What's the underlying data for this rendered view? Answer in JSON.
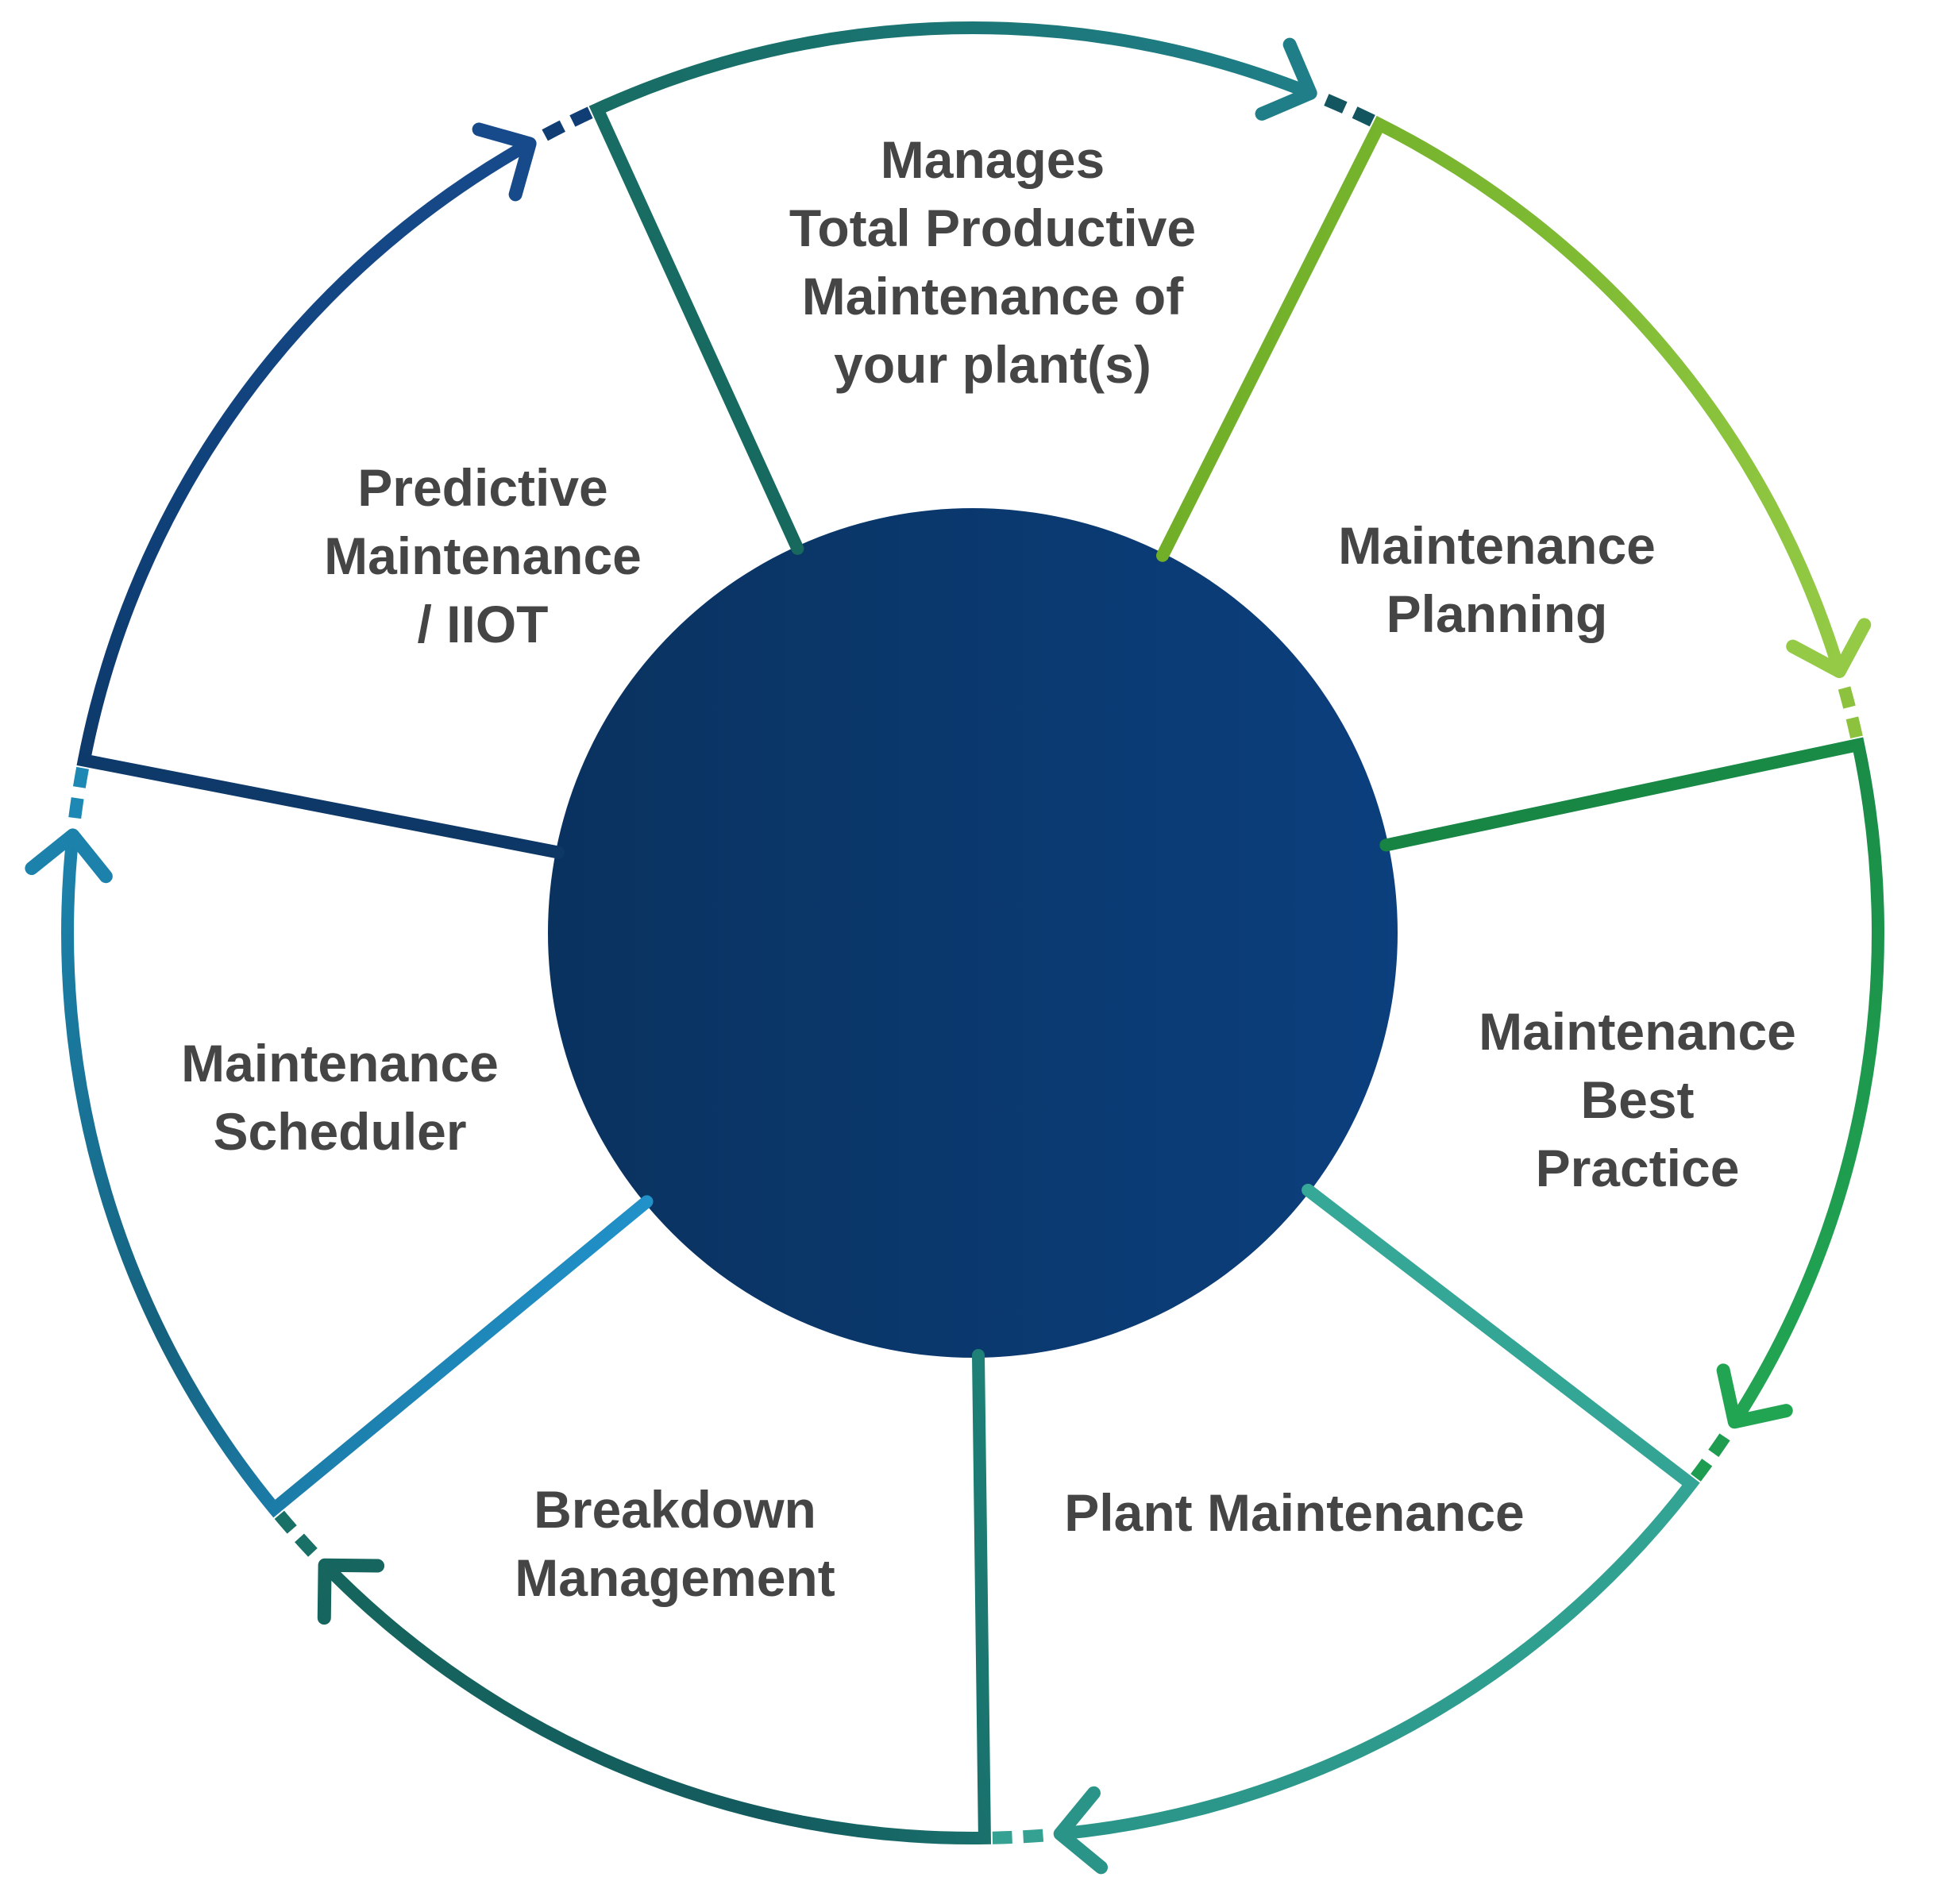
{
  "diagram": {
    "type": "cycle-diagram",
    "direction": "clockwise",
    "background": "#FFFFFF",
    "text_color": "#454545",
    "center": {
      "color_left": "#0A325F",
      "color_right": "#0B3F7D"
    },
    "segments": [
      {
        "id": "manages-tpm",
        "label": "Manages\nTotal Productive\nMaintenance of\nyour plant(s)",
        "color_start": "#17695E",
        "color_mid": "#19716C",
        "color_end": "#1F7E87",
        "dash_color": "#135660"
      },
      {
        "id": "maintenance-planning",
        "label": "Maintenance\nPlanning",
        "color_start": "#71AF29",
        "color_mid": "#7FBA33",
        "color_end": "#94CA45",
        "dash_color": "#8CC23D"
      },
      {
        "id": "maintenance-best-practice",
        "label": "Maintenance\nBest Practice",
        "color_start": "#178443",
        "color_mid": "#1C944B",
        "color_end": "#22A553",
        "dash_color": "#1E9C4F"
      },
      {
        "id": "plant-maintenance",
        "label": "Plant Maintenance",
        "color_start": "#36A898",
        "color_mid": "#2F9F90",
        "color_end": "#2A9488",
        "dash_color": "#35A192"
      },
      {
        "id": "breakdown-management",
        "label": "Breakdown\nManagement",
        "color_start": "#1E8076",
        "color_mid": "#135A5E",
        "color_end": "#16655E",
        "dash_color": "#197067"
      },
      {
        "id": "maintenance-scheduler",
        "label": "Maintenance\nScheduler",
        "color_start": "#2191C9",
        "color_mid": "#15617D",
        "color_end": "#1C82AB",
        "dash_color": "#1E88B4"
      },
      {
        "id": "predictive-maintenance-iiot",
        "label": "Predictive\nMaintenance\n/ IIOT",
        "color_start": "#0D3765",
        "color_mid": "#0F4078",
        "color_end": "#174A8B",
        "dash_color": "#0F3D74"
      }
    ]
  }
}
